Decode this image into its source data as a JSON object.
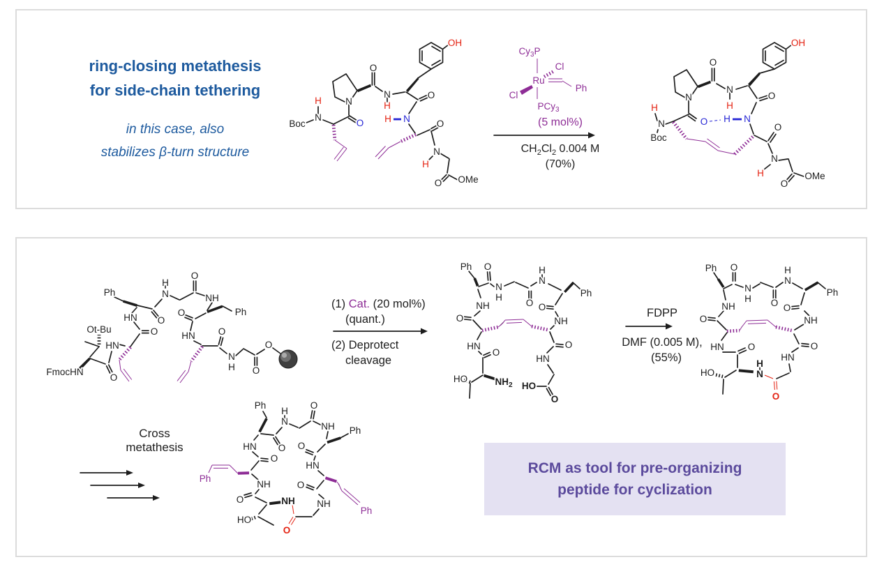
{
  "colors": {
    "heading_blue": "#1d5a9e",
    "structure_purple": "#8e2d96",
    "structure_red": "#e42313",
    "structure_blue": "#2525d5",
    "box_background": "#e4e1f2",
    "box_text_purple": "#5b4a9c",
    "panel_border": "#dcdcdc"
  },
  "atoms": {
    "O": "O",
    "OH": "OH",
    "N": "N",
    "H": "H",
    "NH": "NH",
    "HN": "HN",
    "Boc": "Boc",
    "OMe": "OMe",
    "Ph": "Ph",
    "FmocHN": "FmocHN",
    "OtBu": "Ot-Bu",
    "HO": "HO",
    "Ru": "Ru",
    "Cl": "Cl",
    "Cy": "Cy",
    "P": "P",
    "PCy": "PCy",
    "two": "2",
    "three": "3"
  },
  "panel1": {
    "headline": {
      "line1": "ring-closing metathesis",
      "line2": "for side-chain tethering"
    },
    "subtitle": {
      "line1": "in this case, also",
      "line2": "stabilizes β-turn structure"
    },
    "conditions": {
      "loading": "(5 mol%)",
      "solvent_prefix": "CH",
      "solvent_sub1": "2",
      "solvent_mid": "Cl",
      "solvent_sub2": "2",
      "solvent_suffix": "  0.004 M",
      "yield": "(70%)"
    }
  },
  "panel2": {
    "step1": {
      "n1": "(1) ",
      "cat": "Cat.",
      "rest": " (20 mol%)",
      "quant": "(quant.)",
      "n2": "(2) Deprotect",
      "n2b": "cleavage"
    },
    "step2": {
      "reagent": "FDPP",
      "solvent": "DMF (0.005 M),",
      "yield": "(55%)"
    },
    "cross": {
      "line1": "Cross",
      "line2": "metathesis"
    },
    "box": {
      "line1": "RCM as tool for pre-organizing",
      "line2": "peptide for cyclization"
    }
  }
}
